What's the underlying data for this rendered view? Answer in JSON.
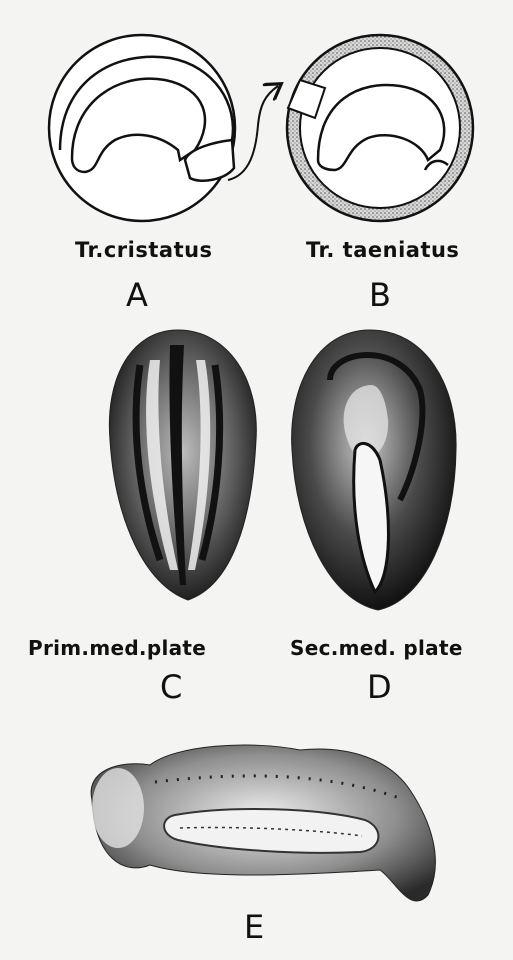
{
  "panels": [
    {
      "letter": "A",
      "caption": "Tr.cristatus"
    },
    {
      "letter": "B",
      "caption": "Tr. taeniatus"
    },
    {
      "letter": "C",
      "caption": "Prim.med.plate"
    },
    {
      "letter": "D",
      "caption": "Sec.med. plate"
    },
    {
      "letter": "E",
      "caption": ""
    }
  ],
  "colors": {
    "ink": "#111111",
    "background": "#f4f4f2",
    "shaded_region": "#b8b8b8"
  }
}
